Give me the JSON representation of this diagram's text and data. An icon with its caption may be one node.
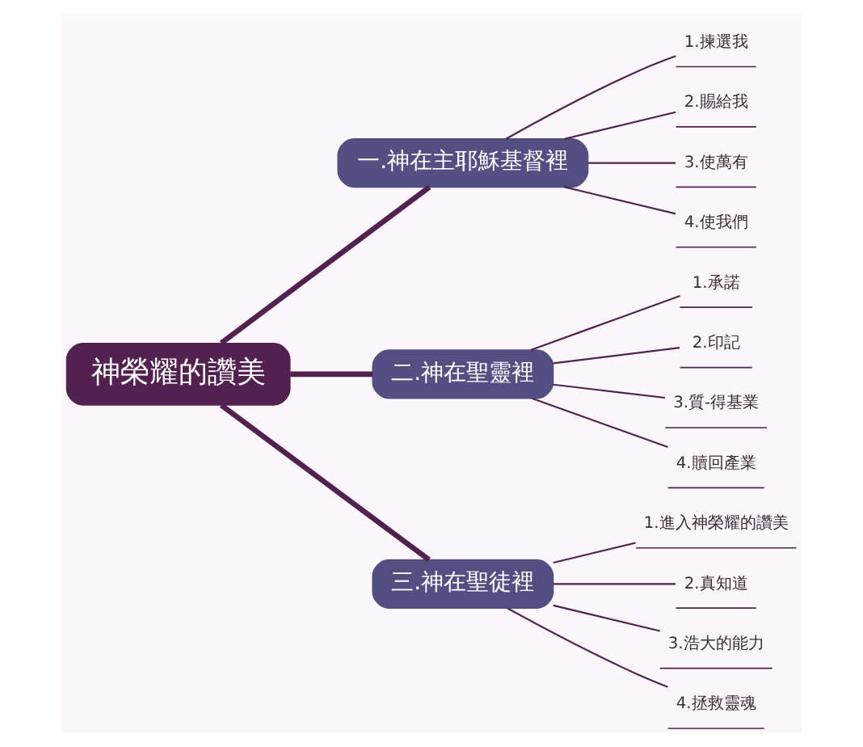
{
  "diagram": {
    "nodes": [
      {
        "text": [
          "神榮耀的讚美"
        ]
      },
      {
        "text": [
          "一.神在主耶穌基督裡"
        ]
      },
      {
        "text": [
          "1.揀選我"
        ]
      },
      {
        "text": [
          "2.賜給我"
        ]
      },
      {
        "text": [
          "3.使萬有"
        ]
      },
      {
        "text": [
          "4.使我們"
        ]
      },
      {
        "text": [
          "二.神在聖靈裡"
        ]
      },
      {
        "text": [
          "1.承諾"
        ]
      },
      {
        "text": [
          "2.印記"
        ]
      },
      {
        "text": [
          "3.質-得基業"
        ]
      },
      {
        "text": [
          "4.贖回產業"
        ]
      },
      {
        "text": [
          "三.神在聖徒裡"
        ]
      },
      {
        "text": [
          "1.進入神榮耀的讚美"
        ]
      },
      {
        "text": [
          "2.真知道"
        ]
      },
      {
        "text": [
          "3.浩大的能力"
        ]
      },
      {
        "text": [
          "4.拯救靈魂"
        ]
      }
    ],
    "edges": [
      {
        "from": 0,
        "to": 1,
        "arrow": "none",
        "style": "thick"
      },
      {
        "from": 1,
        "to": 2,
        "arrow": "none"
      },
      {
        "from": 1,
        "to": 3,
        "arrow": "none"
      },
      {
        "from": 1,
        "to": 4,
        "arrow": "none"
      },
      {
        "from": 1,
        "to": 5,
        "arrow": "none"
      },
      {
        "from": 0,
        "to": 6,
        "arrow": "none",
        "style": "thick"
      },
      {
        "from": 6,
        "to": 7,
        "arrow": "none"
      },
      {
        "from": 6,
        "to": 8,
        "arrow": "none"
      },
      {
        "from": 6,
        "to": 9,
        "arrow": "none"
      },
      {
        "from": 6,
        "to": 10,
        "arrow": "none"
      },
      {
        "from": 0,
        "to": 11,
        "arrow": "none",
        "style": "thick"
      },
      {
        "from": 11,
        "to": 12,
        "arrow": "none"
      },
      {
        "from": 11,
        "to": 13,
        "arrow": "none"
      },
      {
        "from": 11,
        "to": 14,
        "arrow": "none"
      },
      {
        "from": 11,
        "to": 15,
        "arrow": "none"
      }
    ]
  }
}
